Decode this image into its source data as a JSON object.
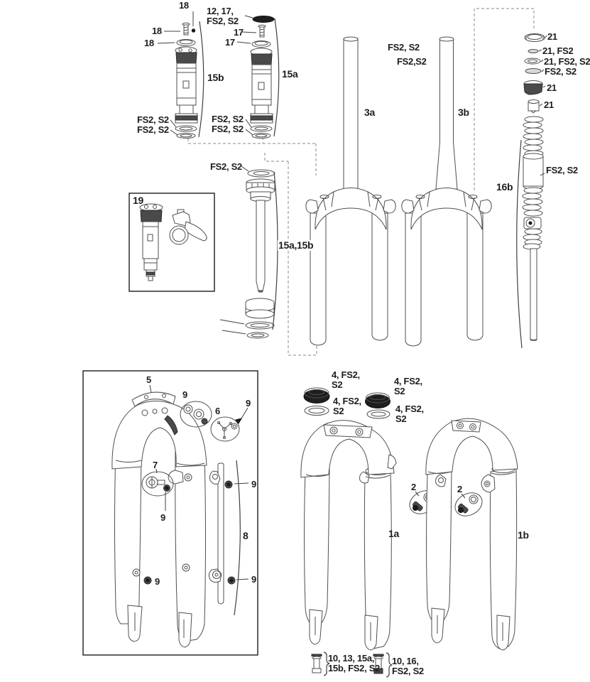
{
  "colors": {
    "background": "#ffffff",
    "line_art": "#4f4f4f",
    "text": "#1d1d1d",
    "dark_fill": "#1e1e1e"
  },
  "labels": {
    "n18_top": "18",
    "n18_mid": "18",
    "n18_low": "18",
    "n12_17_l1": "12, 17,",
    "n12_17_l2": "FS2, S2",
    "n17_top": "17",
    "n17_low": "17",
    "n15b": "15b",
    "n15a": "15a",
    "fs2_15b_1": "FS2, S2",
    "fs2_15b_2": "FS2, S2",
    "fs2_15a_1": "FS2, S2",
    "fs2_15a_2": "FS2, S2",
    "fs2_shaft": "FS2, S2",
    "n15a15b": "15a,15b",
    "n3a": "3a",
    "n3b": "3b",
    "fs2_steerer_1": "FS2, S2",
    "fs2_steerer_2": "FS2,S2",
    "n21_cap": "21",
    "n21_fs2": "21, FS2",
    "n21_fs2_s2": "21, FS2, S2",
    "fs2_s2_topcap": "FS2, S2",
    "n21_knob": "21",
    "n21_nut": "21",
    "n16b": "16b",
    "fs2_spring": "FS2, S2",
    "n19": "19",
    "n5": "5",
    "n9_arch": "9",
    "n6": "6",
    "n9_six": "9",
    "n7": "7",
    "n9_seven": "9",
    "n8": "8",
    "n9_tube_top": "9",
    "n9_left_leg": "9",
    "n9_tube_bottom": "9",
    "n4_seal1_l1": "4, FS2,",
    "n4_seal1_l2": "S2",
    "n4_ring1_l1": "4, FS2,",
    "n4_ring1_l2": "S2",
    "n4_seal2_l1": "4, FS2,",
    "n4_seal2_l2": "S2",
    "n4_ring2_l1": "4, FS2,",
    "n4_ring2_l2": "S2",
    "n2_a": "2",
    "n2_b": "2",
    "n1a": "1a",
    "n1b": "1b",
    "bolt1_l1": "10, 13, 15a,",
    "bolt1_l2": "15b, FS2, S2",
    "bolt2_l1": "10, 16,",
    "bolt2_l2": "FS2, S2"
  }
}
